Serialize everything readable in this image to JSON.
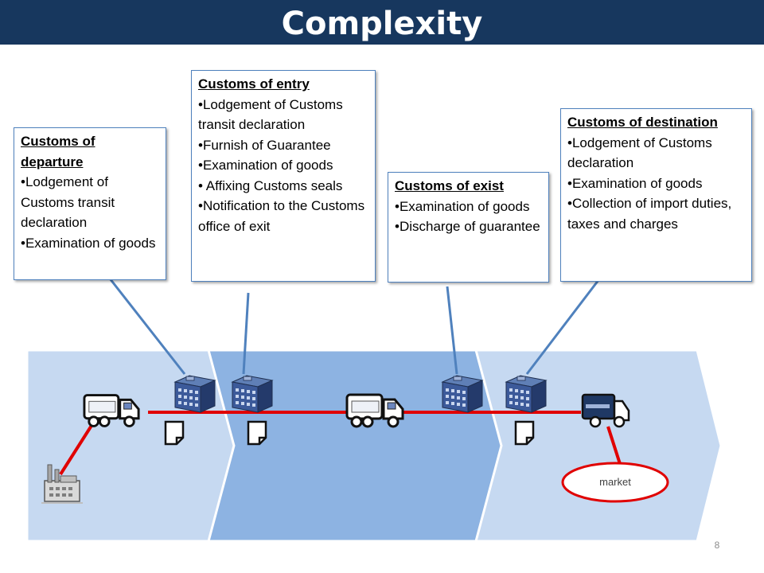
{
  "title": "Complexity",
  "boxes": {
    "departure": {
      "heading": "Customs of departure",
      "items": [
        "•Lodgement of Customs transit declaration",
        "•Examination of goods"
      ]
    },
    "entry": {
      "heading": "Customs of entry",
      "items": [
        "•Lodgement of Customs transit declaration",
        "•Furnish of Guarantee",
        "•Examination of goods",
        "• Affixing Customs seals",
        "•Notification to the Customs office of exit"
      ]
    },
    "exist": {
      "heading": "Customs of exist",
      "items": [
        "•Examination of goods",
        "•Discharge of guarantee"
      ]
    },
    "destination": {
      "heading": "Customs of destination",
      "items": [
        "•Lodgement of Customs declaration",
        "•Examination of goods",
        "•Collection of import duties, taxes and charges"
      ]
    }
  },
  "market_label": "market",
  "page_number": "8",
  "colors": {
    "title_bar": "#17375e",
    "stage_light": "#c6d9f1",
    "stage_medium": "#8db3e2",
    "route_line": "#e00000",
    "connector": "#4f81bd"
  },
  "icons": {
    "truck": "truck-icon",
    "customs_office": "building-icon",
    "document": "document-icon",
    "factory": "factory-icon"
  }
}
